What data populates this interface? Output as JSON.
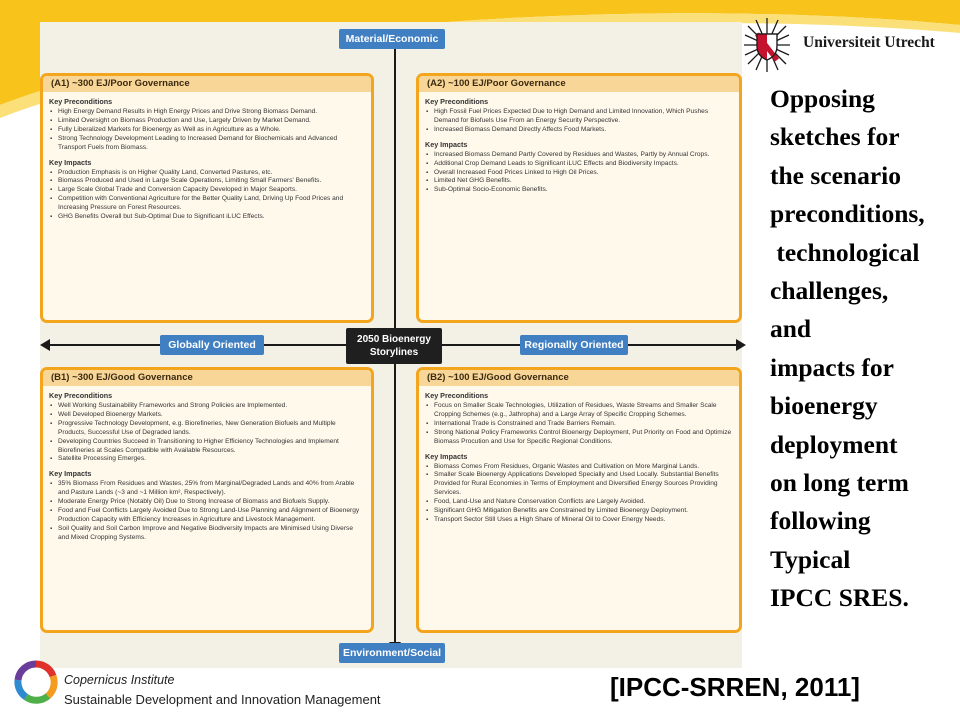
{
  "diagram": {
    "axis_top": "Material/Economic",
    "axis_bottom": "Environment/Social",
    "axis_left": "Globally Oriented",
    "axis_right": "Regionally Oriented",
    "center_line1": "2050 Bioenergy",
    "center_line2": "Storylines"
  },
  "quadrants": {
    "a1": {
      "title": "(A1) ~300 EJ/Poor Governance",
      "preconditions_label": "Key Preconditions",
      "preconditions": [
        "High Energy Demand Results in High Energy Prices and Drive Strong Biomass Demand.",
        "Limited Oversight on Biomass Production and Use, Largely Driven by Market Demand.",
        "Fully Liberalized Markets for Bioenergy as Well as in Agriculture as a Whole.",
        "Strong Technology Development Leading to Increased Demand for Biochemicals and Advanced Transport Fuels from Biomass."
      ],
      "impacts_label": "Key Impacts",
      "impacts": [
        "Production Emphasis is on Higher Quality Land, Converted Pastures, etc.",
        "Biomass Produced and Used in Large Scale Operations, Limiting Small Farmers' Benefits.",
        "Large Scale Global Trade and Conversion Capacity Developed in Major Seaports.",
        "Competition with Conventional Agriculture for the Better Quality Land, Driving Up Food Prices and Increasing Pressure on Forest Resources.",
        "GHG Benefits Overall but Sub-Optimal Due to Significant iLUC Effects."
      ]
    },
    "a2": {
      "title": "(A2) ~100 EJ/Poor Governance",
      "preconditions_label": "Key Preconditions",
      "preconditions": [
        "High Fossil Fuel Prices Expected Due to High Demand and Limited Innovation, Which Pushes Demand for Biofuels Use From an Energy Security Perspective.",
        "Increased Biomass Demand Directly Affects Food Markets."
      ],
      "impacts_label": "Key Impacts",
      "impacts": [
        "Increased Biomass Demand Partly Covered by Residues and Wastes, Partly by Annual Crops.",
        "Additional Crop Demand Leads to Significant iLUC Effects and Biodiversity Impacts.",
        "Overall Increased Food Prices Linked to High Oil Prices.",
        "Limited Net GHG Benefits.",
        "Sub-Optimal Socio-Economic Benefits."
      ]
    },
    "b1": {
      "title": "(B1) ~300 EJ/Good Governance",
      "preconditions_label": "Key Preconditions",
      "preconditions": [
        "Well Working Sustainability Frameworks and Strong Policies are Implemented.",
        "Well Developed Bioenergy Markets.",
        "Progressive Technology Development, e.g. Biorefineries, New Generation Biofuels and Multiple Products, Successful Use of Degraded lands.",
        "Developing Countries Succeed in Transitioning to Higher Efficiency Technologies and Implement Biorefineries at Scales Compatible with Available Resources.",
        "Satellite Processing Emerges."
      ],
      "impacts_label": "Key Impacts",
      "impacts": [
        "35% Biomass From Residues and Wastes, 25% from Marginal/Degraded Lands and 40% from Arable and Pasture Lands (~3 and ~1 Million km², Respectively).",
        "Moderate Energy Price (Notably Oil) Due to Strong Increase of Biomass and Biofuels Supply.",
        "Food and Fuel Conflicts Largely Avoided Due to Strong Land-Use Planning and Alignment of Bioenergy Production Capacity with Efficiency Increases in Agriculture and Livestock Management.",
        "Soil Quality and Soil Carbon Improve and Negative Biodiversity Impacts are Minimised Using Diverse and Mixed Cropping Systems."
      ]
    },
    "b2": {
      "title": "(B2) ~100 EJ/Good Governance",
      "preconditions_label": "Key Preconditions",
      "preconditions": [
        "Focus on Smaller Scale Technologies, Utilization of Residues, Waste Streams and Smaller Scale Cropping Schemes (e.g., Jathropha) and a Large Array of Specific Cropping Schemes.",
        "International Trade is Constrained and Trade Barriers Remain.",
        "Strong National Policy Frameworks Control Bioenergy Deployment, Put Priority on Food and Optimize Biomass Procution and Use for Specific Regional Conditions."
      ],
      "impacts_label": "Key Impacts",
      "impacts": [
        "Biomass Comes From Residues, Organic Wastes and Cultivation on More Marginal Lands.",
        "Smaller Scale Bioenergy Applications Developed Specially and Used Locally. Substantial Benefits Provided for Rural Economies in Terms of Employment and Diversified Energy Sources Providing Services.",
        "Food, Land-Use and Nature Conservation Conflicts are Largely Avoided.",
        "Significant GHG Mitigation Benefits are Constrained by Limited Bioenergy Deployment.",
        "Transport Sector Still Uses a High Share of Mineral Oil to Cover Energy Needs."
      ]
    }
  },
  "header": {
    "university_name": "Universiteit Utrecht"
  },
  "side_text": "Opposing\nsketches for\nthe scenario\npreconditions,\n technological\nchallenges,\nand\nimpacts for\nbioenergy\ndeployment\non long term\nfollowing\nTypical\nIPCC SRES.",
  "footer": {
    "institute_title": "Copernicus Institute",
    "institute_subtitle": "Sustainable Development and Innovation Management",
    "citation": "[IPCC-SRREN, 2011]"
  },
  "colors": {
    "swoosh": "#f8c41c",
    "quad_border": "#f3a51d",
    "axis_label_bg": "#3f7fc2",
    "uu_red": "#c4122f"
  },
  "icons": {
    "university_logo": "utrecht-sun-emblem-icon",
    "institute_logo": "copernicus-ring-icon"
  }
}
